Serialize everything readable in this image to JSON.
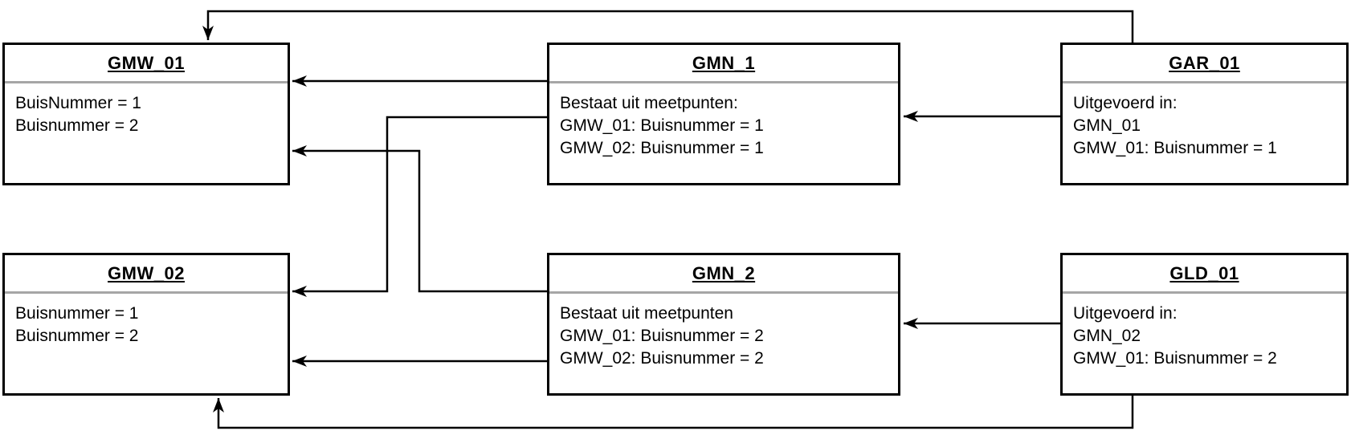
{
  "diagram": {
    "background_color": "#ffffff",
    "line_color": "#000000",
    "divider_color": "#a6a6a6",
    "boxes": {
      "gmw01": {
        "title": "GMW_01",
        "lines": [
          "BuisNummer = 1",
          "Buisnummer = 2"
        ]
      },
      "gmn1": {
        "title": "GMN_1",
        "lines": [
          "Bestaat uit meetpunten:",
          "GMW_01: Buisnummer = 1",
          "GMW_02: Buisnummer = 1"
        ]
      },
      "gar01": {
        "title": "GAR_01",
        "lines": [
          "Uitgevoerd in:",
          "GMN_01",
          "GMW_01: Buisnummer = 1"
        ]
      },
      "gmw02": {
        "title": "GMW_02",
        "lines": [
          "Buisnummer = 1",
          "Buisnummer = 2"
        ]
      },
      "gmn2": {
        "title": "GMN_2",
        "lines": [
          "Bestaat uit meetpunten",
          "GMW_01: Buisnummer = 2",
          "GMW_02: Buisnummer = 2"
        ]
      },
      "gld01": {
        "title": "GLD_01",
        "lines": [
          "Uitgevoerd in:",
          "GMN_02",
          "GMW_01: Buisnummer = 2"
        ]
      }
    },
    "connections": [
      {
        "from": "GAR_01 top edge",
        "to": "GMW_01 top edge",
        "arrow": "into GMW_01"
      },
      {
        "from": "GMN_1 left edge",
        "to": "GMW_01 right edge",
        "arrow": "into GMW_01"
      },
      {
        "from": "GAR_01 left edge",
        "to": "GMN_1 right edge",
        "arrow": "into GMN_1"
      },
      {
        "from": "GMN_1 left edge",
        "to": "GMW_02 right edge",
        "arrow": "into GMW_02"
      },
      {
        "from": "GMN_2 left edge",
        "to": "GMW_01 right edge",
        "arrow": "into GMW_01"
      },
      {
        "from": "GMN_2 left edge",
        "to": "GMW_02 right edge",
        "arrow": "into GMW_02"
      },
      {
        "from": "GLD_01 left edge",
        "to": "GMN_2 right edge",
        "arrow": "into GMN_2"
      },
      {
        "from": "GLD_01 bottom edge",
        "to": "GMW_02 bottom edge",
        "arrow": "into GMW_02"
      }
    ]
  }
}
